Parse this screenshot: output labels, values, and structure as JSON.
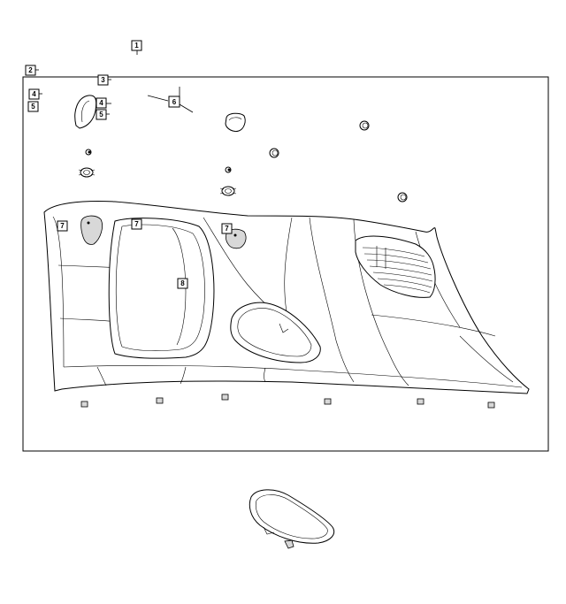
{
  "callouts": [
    {
      "id": "c1",
      "label": "1"
    },
    {
      "id": "c2",
      "label": "2"
    },
    {
      "id": "c3",
      "label": "3"
    },
    {
      "id": "c4a",
      "label": "4"
    },
    {
      "id": "c5a",
      "label": "5"
    },
    {
      "id": "c4b",
      "label": "4"
    },
    {
      "id": "c5b",
      "label": "5"
    },
    {
      "id": "c6",
      "label": "6"
    },
    {
      "id": "c7a",
      "label": "7"
    },
    {
      "id": "c7b",
      "label": "7"
    },
    {
      "id": "c7c",
      "label": "7"
    },
    {
      "id": "c8",
      "label": "8"
    }
  ]
}
